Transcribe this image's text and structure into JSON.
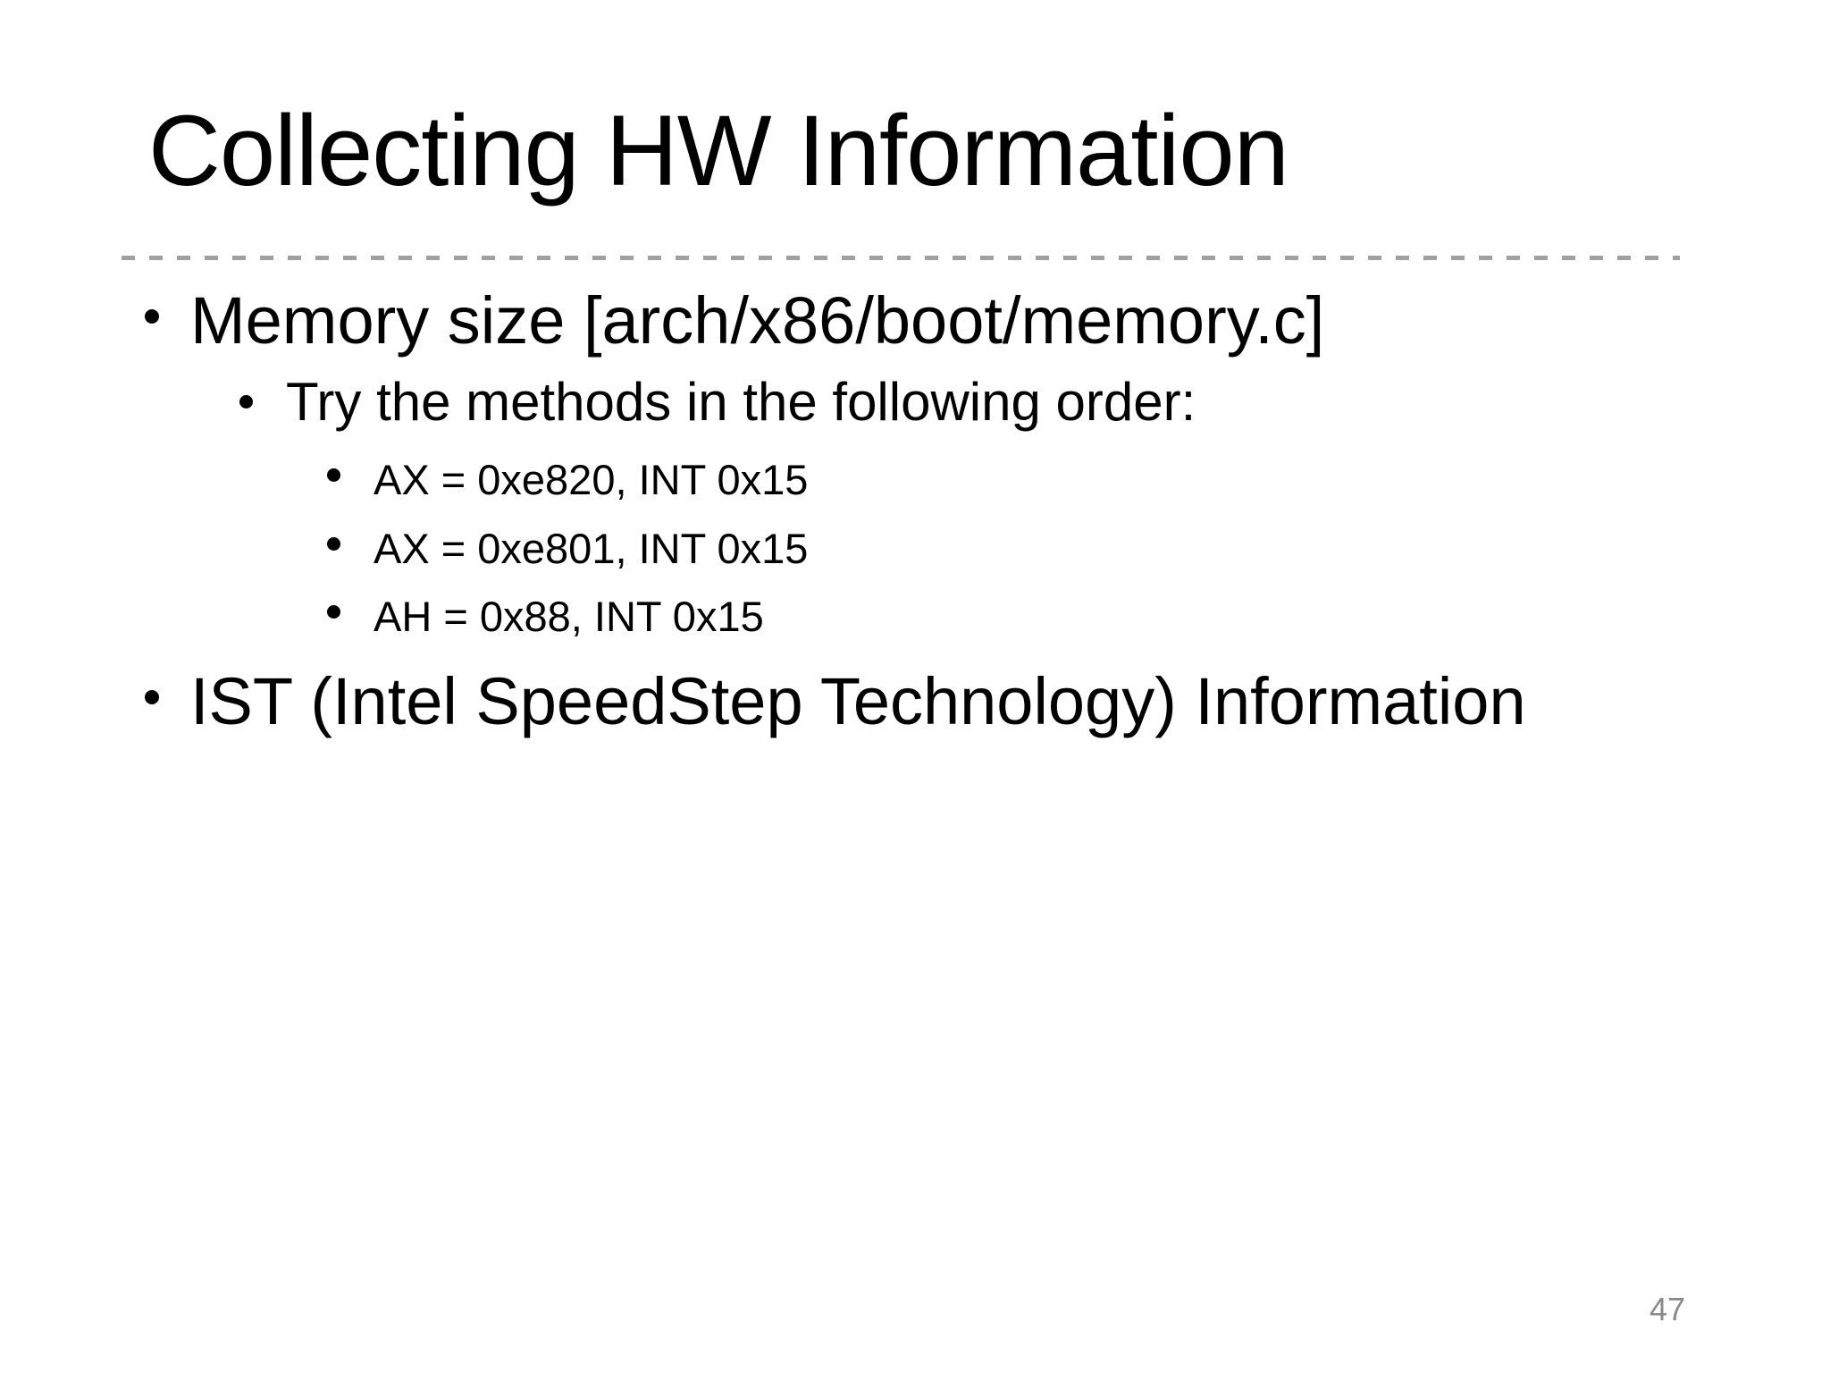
{
  "slide": {
    "title": "Collecting HW Information",
    "bullets": [
      {
        "level": 1,
        "text": "Memory size [arch/x86/boot/memory.c]"
      },
      {
        "level": 2,
        "text": "Try the methods in the following order:"
      },
      {
        "level": 3,
        "text": "AX = 0xe820, INT 0x15"
      },
      {
        "level": 3,
        "text": "AX = 0xe801, INT 0x15"
      },
      {
        "level": 3,
        "text": "AH = 0x88, INT 0x15"
      },
      {
        "level": 1,
        "text": "IST (Intel SpeedStep Technology) Information"
      }
    ],
    "page_number": "47",
    "colors": {
      "background": "#ffffff",
      "text": "#000000",
      "divider_dash": "#a0a0a0",
      "page_number": "#8a8a8a"
    }
  }
}
